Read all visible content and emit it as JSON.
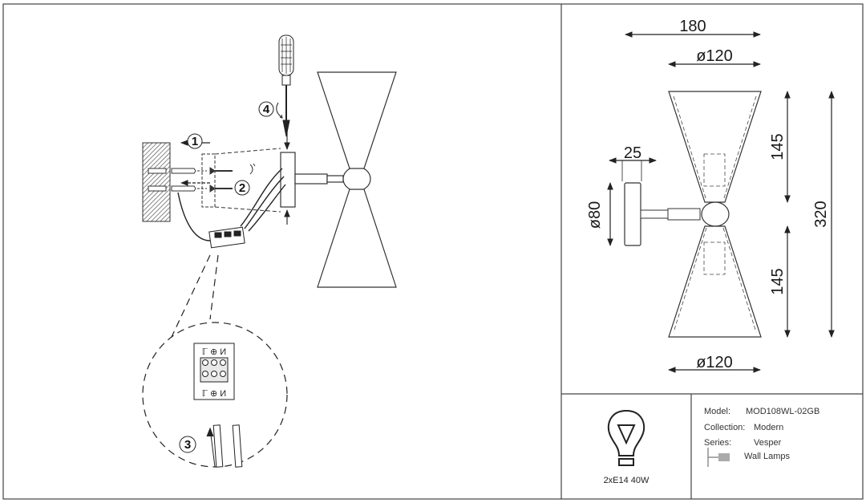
{
  "dimensions": {
    "width": "180",
    "shade_top": "ø120",
    "mount": "25",
    "plate": "ø80",
    "upper": "145",
    "lower": "145",
    "height": "320",
    "shade_bottom": "ø120"
  },
  "steps": {
    "s1": "1",
    "s2": "2",
    "s3": "3",
    "s4": "4"
  },
  "terminal": {
    "top_mark": "ℾ ⊕ И",
    "bottom_mark": "ℾ ⊕ И"
  },
  "lamp": {
    "label": "2xE14 40W",
    "icon": "bulb-icon"
  },
  "specs": {
    "model_label": "Model:",
    "model_value": "MOD108WL-02GB",
    "collection_label": "Collection:",
    "collection_value": "Modern",
    "series_label": "Series:",
    "series_value": "Vesper",
    "type_value": "Wall Lamps",
    "type_icon": "wall-lamp-icon"
  }
}
